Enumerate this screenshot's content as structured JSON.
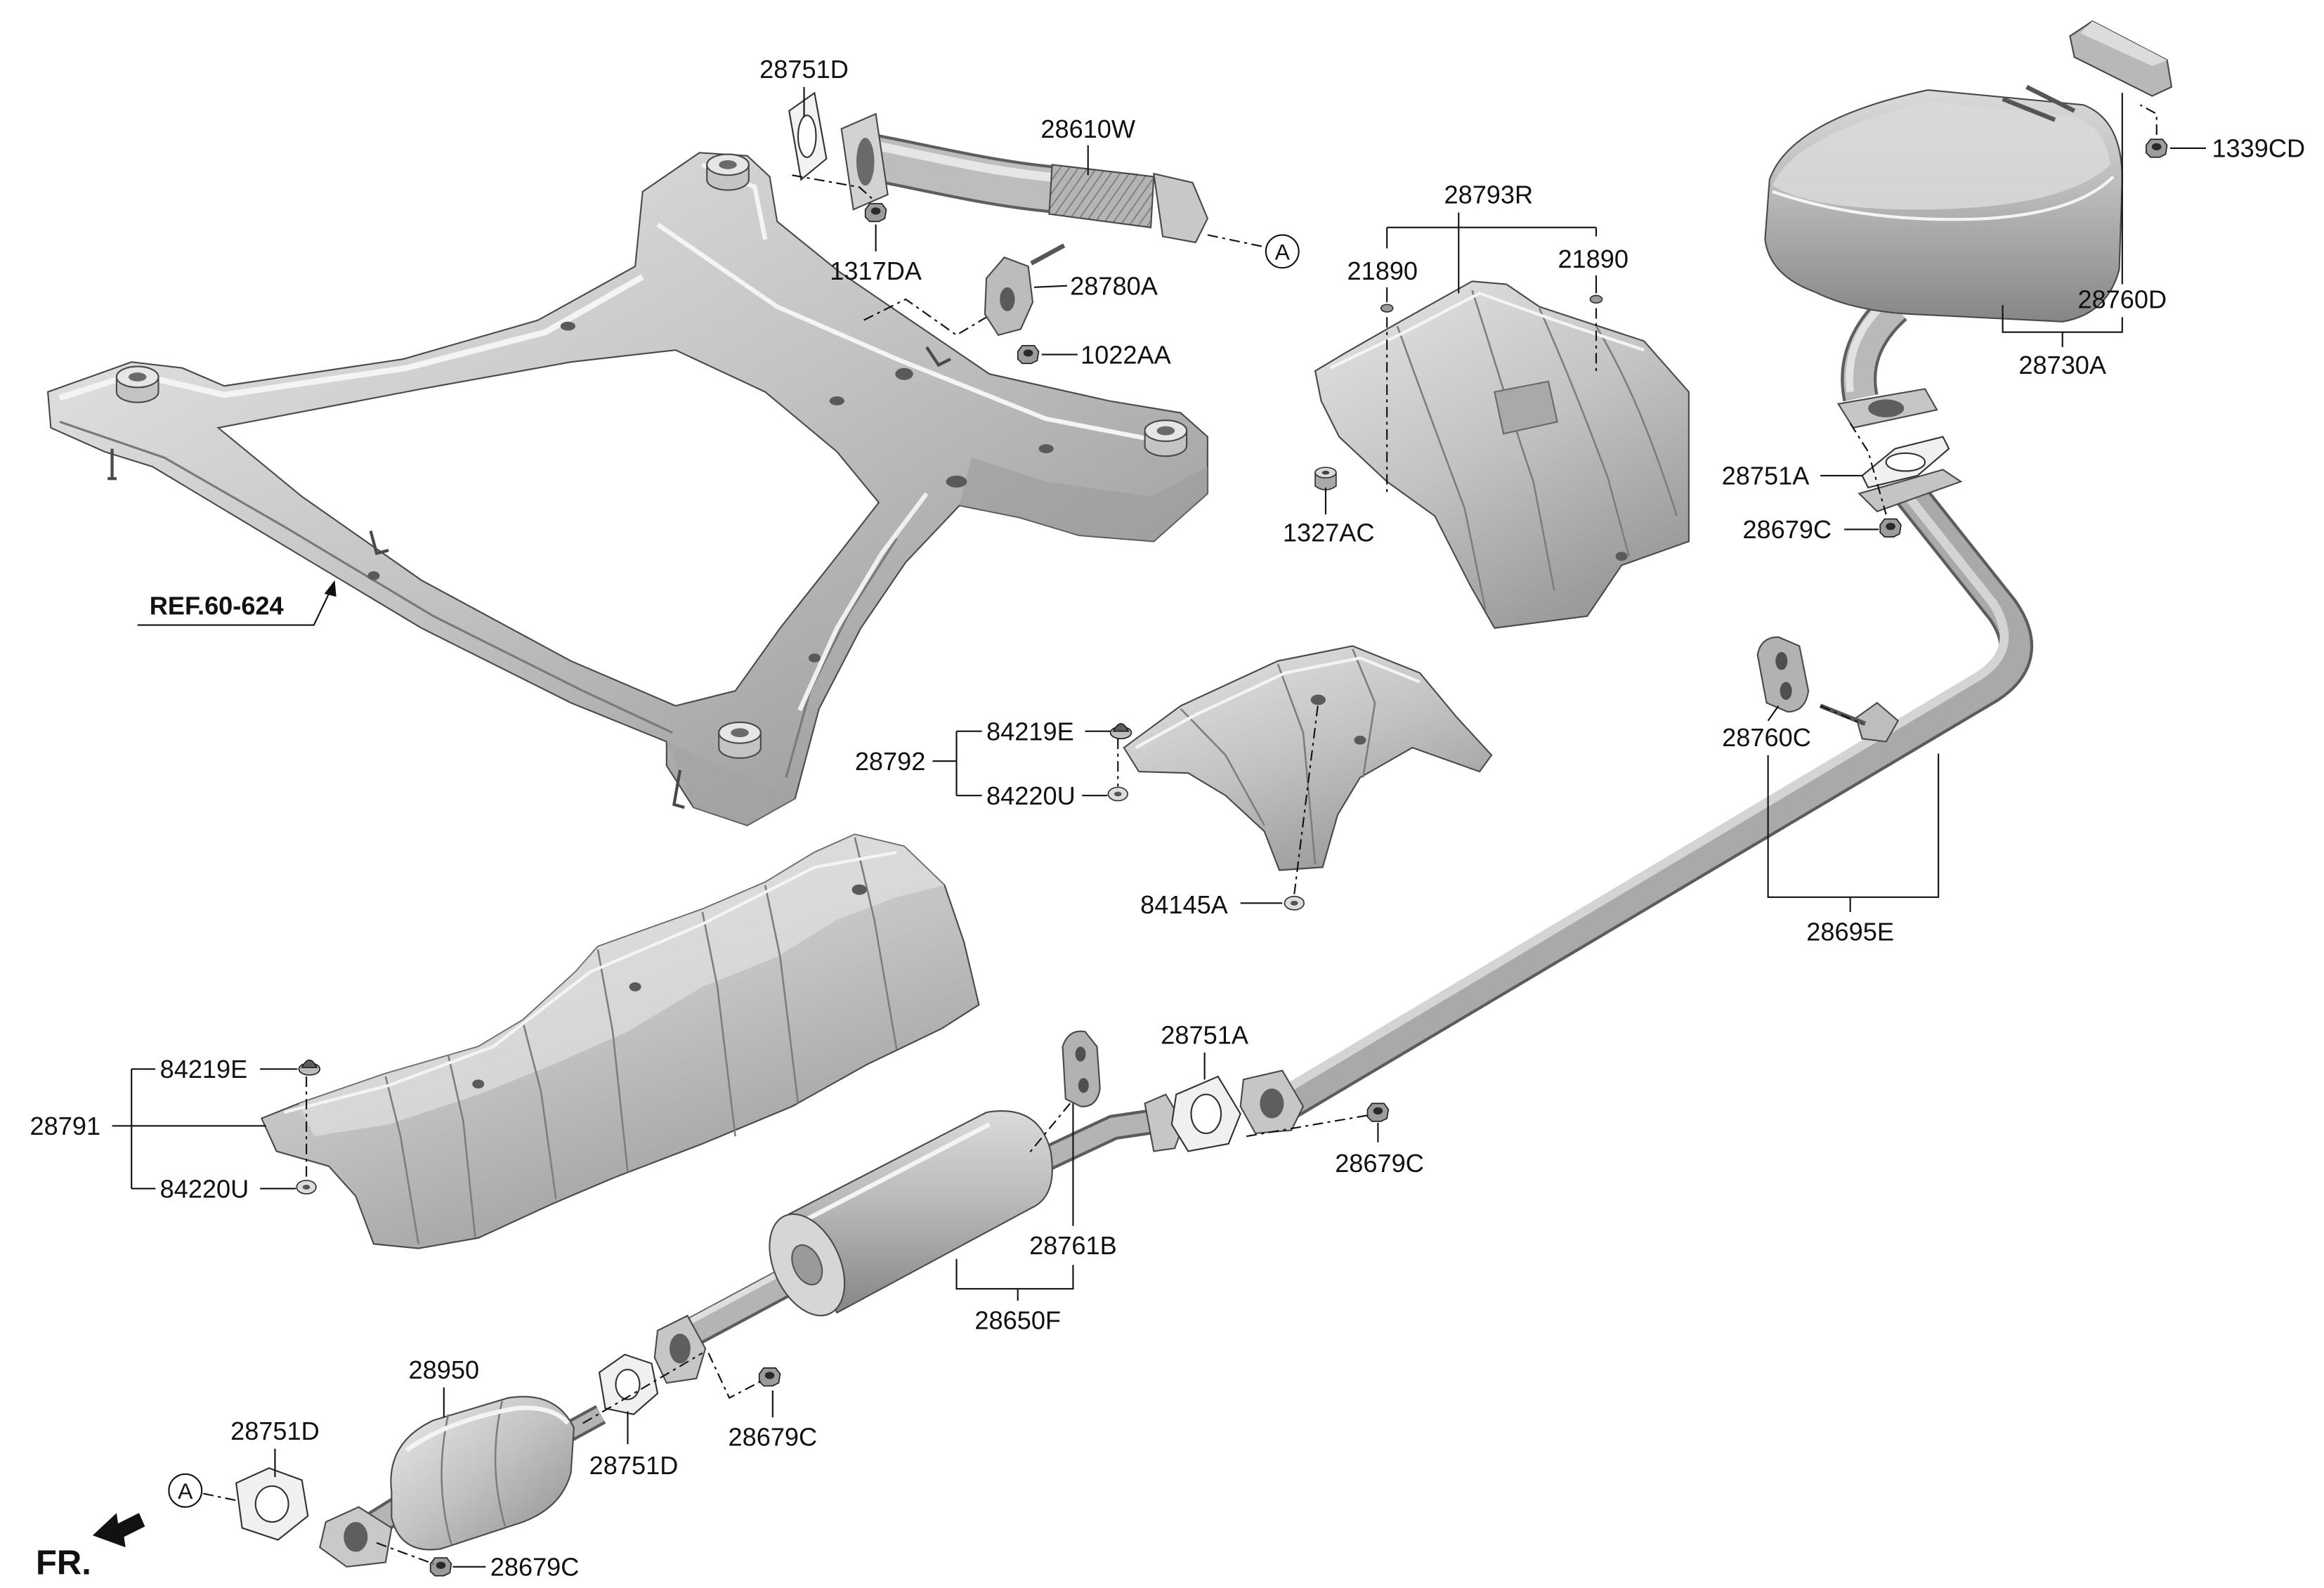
{
  "diagram": {
    "reference": "REF.60-624",
    "front_marker": "FR.",
    "connector_marker": "A",
    "callouts": [
      "28751D",
      "28610W",
      "1317DA",
      "28780A",
      "1022AA",
      "28793R",
      "21890",
      "21890",
      "1327AC",
      "1339CD",
      "28760D",
      "28730A",
      "28751A",
      "28679C",
      "84219E",
      "28792",
      "84220U",
      "84145A",
      "28760C",
      "28695E",
      "84219E",
      "28791",
      "84220U",
      "28751A",
      "28679C",
      "28761B",
      "28650F",
      "28950",
      "28751D",
      "28751D",
      "28679C",
      "28679C"
    ]
  },
  "palette": {
    "line": "#111111",
    "metal_light": "#ececec",
    "metal_mid": "#c2c2c2",
    "metal_dark": "#8e8e8e"
  }
}
